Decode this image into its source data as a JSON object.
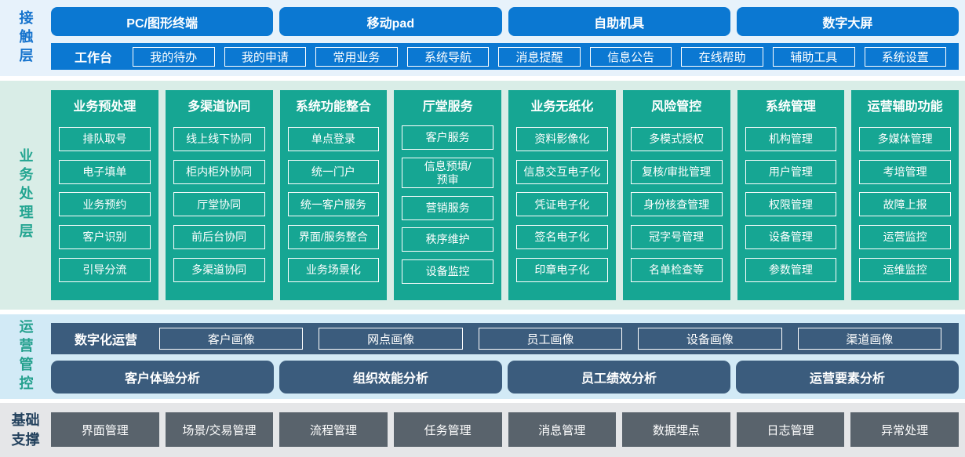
{
  "colors": {
    "blue": "#0b78d2",
    "green": "#16a693",
    "slate": "#3b5c7d",
    "gray_box": "#59636c",
    "band_contact_bg": "#e7f2fb",
    "band_business_bg": "#d9ede7",
    "band_operations_bg": "#d2eaf6",
    "band_foundation_bg": "#e5e6e8"
  },
  "contact": {
    "label": "接触层",
    "terminals": [
      "PC/图形终端",
      "移动pad",
      "自助机具",
      "数字大屏"
    ],
    "workbench": {
      "label": "工作台",
      "items": [
        "我的待办",
        "我的申请",
        "常用业务",
        "系统导航",
        "消息提醒",
        "信息公告",
        "在线帮助",
        "辅助工具",
        "系统设置"
      ]
    }
  },
  "business": {
    "label": "业务处理层",
    "columns": [
      {
        "title": "业务预处理",
        "items": [
          "排队取号",
          "电子填单",
          "业务预约",
          "客户识别",
          "引导分流"
        ]
      },
      {
        "title": "多渠道协同",
        "items": [
          "线上线下协同",
          "柜内柜外协同",
          "厅堂协同",
          "前后台协同",
          "多渠道协同"
        ]
      },
      {
        "title": "系统功能整合",
        "items": [
          "单点登录",
          "统一门户",
          "统一客户服务",
          "界面/服务整合",
          "业务场景化"
        ]
      },
      {
        "title": "厅堂服务",
        "items": [
          "客户服务",
          "信息预填/\n预审",
          "营销服务",
          "秩序维护",
          "设备监控"
        ]
      },
      {
        "title": "业务无纸化",
        "items": [
          "资料影像化",
          "信息交互电子化",
          "凭证电子化",
          "签名电子化",
          "印章电子化"
        ]
      },
      {
        "title": "风险管控",
        "items": [
          "多模式授权",
          "复核/审批管理",
          "身份核查管理",
          "冠字号管理",
          "名单检查等"
        ]
      },
      {
        "title": "系统管理",
        "items": [
          "机构管理",
          "用户管理",
          "权限管理",
          "设备管理",
          "参数管理"
        ]
      },
      {
        "title": "运营辅助功能",
        "items": [
          "多媒体管理",
          "考培管理",
          "故障上报",
          "运营监控",
          "运维监控"
        ]
      }
    ]
  },
  "operations": {
    "label": "运营管控",
    "digital": {
      "label": "数字化运营",
      "items": [
        "客户画像",
        "网点画像",
        "员工画像",
        "设备画像",
        "渠道画像"
      ]
    },
    "analysis": [
      "客户体验分析",
      "组织效能分析",
      "员工绩效分析",
      "运营要素分析"
    ]
  },
  "foundation": {
    "label": "基础支撑",
    "items": [
      "界面管理",
      "场景/交易管理",
      "流程管理",
      "任务管理",
      "消息管理",
      "数据埋点",
      "日志管理",
      "异常处理"
    ]
  }
}
